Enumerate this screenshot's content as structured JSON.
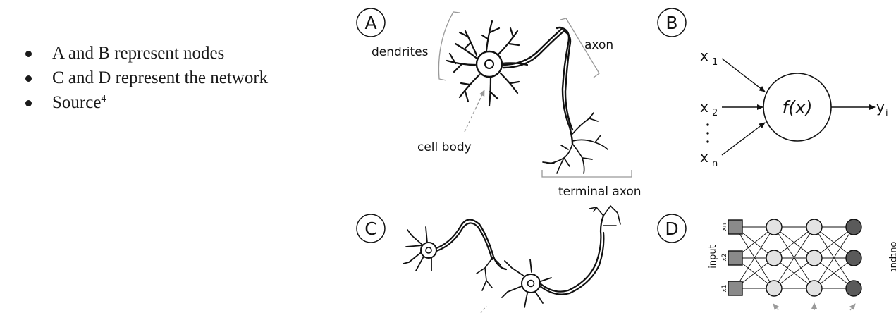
{
  "bullets": [
    {
      "text": "A and B represent nodes"
    },
    {
      "text": "C and D represent the network"
    },
    {
      "text": "Source",
      "sup": "4"
    }
  ],
  "panels": {
    "a": {
      "letter": "A",
      "dendrites": "dendrites",
      "axon": "axon",
      "cell_body": "cell body",
      "terminal_axon": "terminal axon"
    },
    "b": {
      "letter": "B",
      "x1": "x",
      "x1_sub": "1",
      "x2": "x",
      "x2_sub": "2",
      "xn": "x",
      "xn_sub": "n",
      "func": "f(x)",
      "y": "y",
      "y_sub": "i"
    },
    "c": {
      "letter": "C"
    },
    "d": {
      "letter": "D",
      "input": "input",
      "output": "output",
      "xn": "xn",
      "x2": "x2",
      "x1": "x1"
    }
  }
}
